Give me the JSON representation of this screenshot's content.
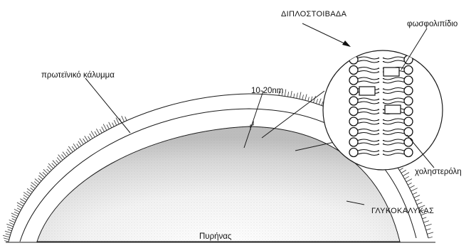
{
  "labels": {
    "bilayer": "ΔΙΠΛΟΣΤΟΙΒΑΔΑ",
    "phospholipid": "φωσφολιπίδιο",
    "protein_coat": "πρωτεϊνικό κάλυμμα",
    "thickness": "10-20nm",
    "cholesterol": "χοληστερόλη",
    "glycocalyx": "ΓΛΥΚΟΚΑΛΥΚΑΣ",
    "nucleus": "Πυρήνας"
  }
}
